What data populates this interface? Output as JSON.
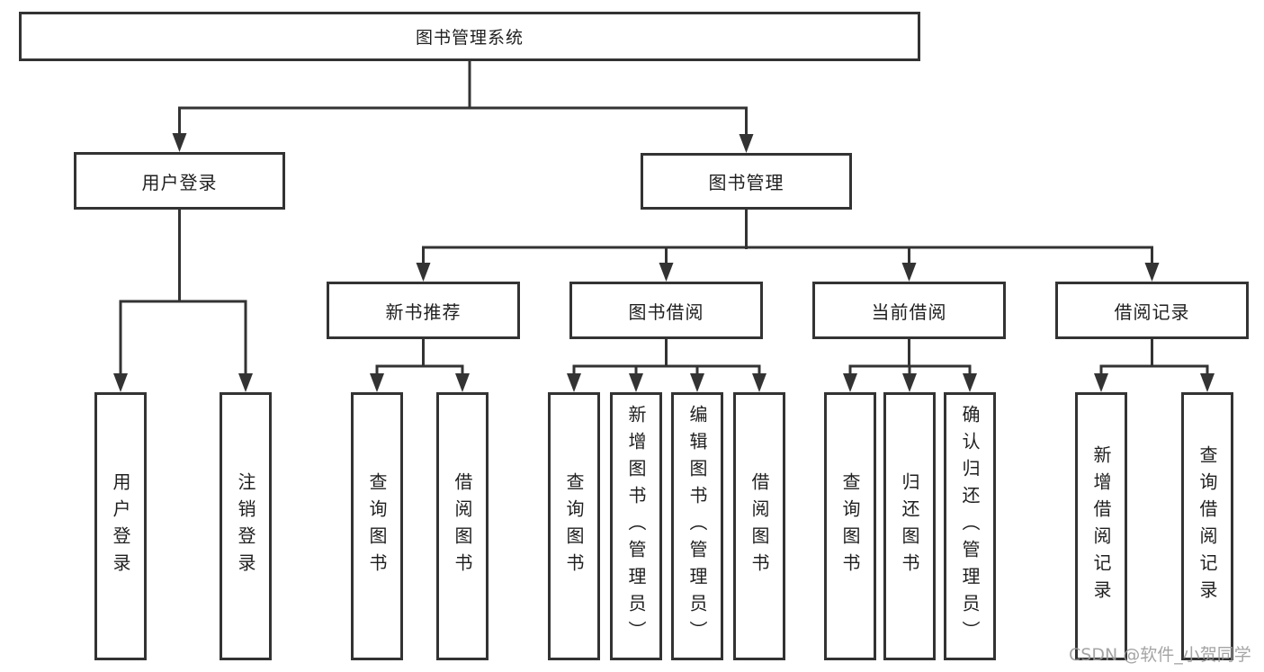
{
  "diagram": {
    "root": "图书管理系统",
    "level2": [
      "用户登录",
      "图书管理"
    ],
    "level3": [
      "新书推荐",
      "图书借阅",
      "当前借阅",
      "借阅记录"
    ],
    "leaves": {
      "login": [
        "用户登录",
        "注销登录"
      ],
      "recommend": [
        "查询图书",
        "借阅图书"
      ],
      "borrow": [
        "查询图书",
        "新增图书（管理员）",
        "编辑图书（管理员）",
        "借阅图书"
      ],
      "current": [
        "查询图书",
        "归还图书",
        "确认归还（管理员）"
      ],
      "record": [
        "新增借阅记录",
        "查询借阅记录"
      ]
    }
  },
  "watermark": "CSDN @软件_小贺同学",
  "colors": {
    "line": "#333333",
    "text": "#1f1f1f",
    "watermark": "#9b9b9b",
    "background": "#ffffff"
  }
}
